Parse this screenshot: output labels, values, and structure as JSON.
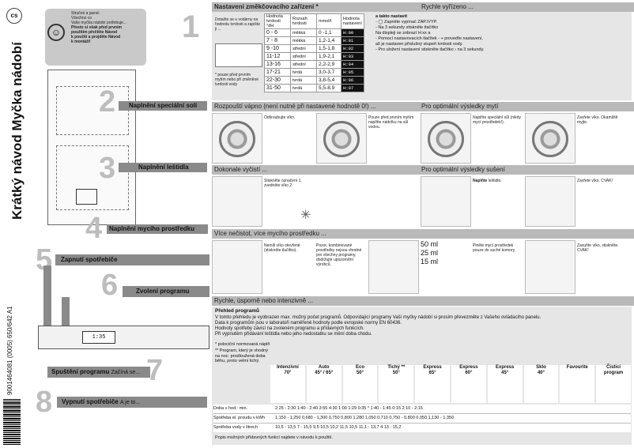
{
  "lang_badge": "cs",
  "title": "Krátký návod Myčka nádobí",
  "barcode_text": "9001464081 (0005) 650/642 A1",
  "intro": {
    "lines": [
      "Stručné a jasné:",
      "Všechno co",
      "Vaše myčka nádobí potřebuje...",
      "Přesto si však před prvním",
      "použitím přečtěte Návod",
      "k použití a projděte Návod",
      "k montáži!"
    ]
  },
  "steps": [
    {
      "num": "1",
      "label": ""
    },
    {
      "num": "2",
      "label": "Naplnění speciální soli"
    },
    {
      "num": "3",
      "label": "Naplnění leštidla"
    },
    {
      "num": "4",
      "label": "Naplnění mycího prostředku"
    },
    {
      "num": "5",
      "label": "Zapnutí spotřebiče"
    },
    {
      "num": "6",
      "label": "Zvolení programu"
    },
    {
      "num": "7",
      "label": "Spuštění programu",
      "sub": "Začíná se..."
    },
    {
      "num": "8",
      "label": "Vypnutí spotřebiče",
      "sub": "A je to..."
    }
  ],
  "display_readout": "1:35",
  "softener": {
    "header": "Nastavení změkčovacího zařízení *",
    "header_right": "Rychle vyřízeno ...",
    "intro": "Dotažte se u vodárny na hodnotu tvrdosti a zapište ji ...",
    "col_headers": [
      "Hodnota tvrdosti °dH",
      "Rozsah tvrdosti",
      "mmol/l",
      "Hodnota nastavení"
    ],
    "rows": [
      [
        "0 - 6",
        "měkká",
        "0 -1,1",
        "H:00"
      ],
      [
        "7 - 8",
        "měkká",
        "1,2-1,4",
        "H:01"
      ],
      [
        "9 -10",
        "střední",
        "1,5-1,8",
        "H:02"
      ],
      [
        "11-12",
        "střední",
        "1,9-2,1",
        "H:03"
      ],
      [
        "13-16",
        "střední",
        "2,2-2,9",
        "H:04"
      ],
      [
        "17-21",
        "tvrdá",
        "3,0-3,7",
        "H:05"
      ],
      [
        "22-30",
        "tvrdá",
        "3,8-5,4",
        "H:06"
      ],
      [
        "31-50",
        "tvrdá",
        "5,5-8,9",
        "H:07"
      ]
    ],
    "note": "* pouze před prvním mytím nebo při změněné tvrdosti vody",
    "how_title": "a takto nastavit",
    "how": [
      "- ◯ Zapněte vypínač ZAP./VYP.",
      "- Na 3 sekundy stiskněte tlačítko",
      "Na displeji se zobrazí H:xx a",
      "- Pomocí nastavovacích tlačítek - + proveďte nastavení,",
      "až je nastaven příslušný stupeň tvrdosti vody.",
      "- Pro uložení nastavení stiskněte tlačítko › na 3 sekundy."
    ]
  },
  "salt": {
    "header": "Rozpouští vápno (není nutné při nastavené hodnotě 0!) ...",
    "header_right": "Pro optimální výsledky mytí",
    "t1": "Odšroubujte víko.",
    "t2": "Pouze před prvním mytím naplňte nádržku na sůl vodou.",
    "t3": "Naplňte speciální sůl (nikdy mycí prostředek!).",
    "t4": "Zavřete víko. Okamžitě myjte."
  },
  "rinse": {
    "header": "Dokonale vyčistí ...",
    "header_right": "Pro optimální výsledky sušení",
    "t1": "Stiskněte označení 1, zvedněte víko 2.",
    "t2_bold": "Naplňte",
    "t2": "leštidlo.",
    "t3": "Zavřete víko. CVAK!"
  },
  "detergent": {
    "header": "Více nečistot, více mycího prostředku ...",
    "t1": "Nemíli víko otevřené (stiskněte tlačítko).",
    "t2": "Pozor, kombinované prostředky nejsou vhodné pro všechny programy, dodržujte upozornění výrobců.",
    "marks": [
      "50 ml",
      "25 ml",
      "15 ml"
    ],
    "t3": "Plněte mycí prostředek pouze do suché komory.",
    "t4": "Zasuňte víko, stiskněte. CVAK!"
  },
  "overview": {
    "header": "Rychle, úsporně nebo intenzivně ...",
    "title": "Přehled programů",
    "body": [
      "V tomto přehledu je vyobrazen max. možný počet programů. Odpovídající programy Vaší myčky nádobí si prosím převezměte z Vašeho ovládacího panelu.",
      "Data k programům jsou v laboratoři naměřené hodnoty podle evropské normy EN 60436.",
      "Hodnoty spotřeby závisí na zvoleném programu a přídavných funkcích.",
      "Při vypnutém přidávání leštidla nebo jeho nedostatku se mění doba chodu."
    ],
    "note1": "*  polociční normovaná náplň",
    "note2": "** Program, který je vhodný na noc: prodloužená doba běhu, proto velmi tichý.",
    "programs": [
      {
        "name": "Intenzivní",
        "temp": "70°"
      },
      {
        "name": "Auto",
        "temp": "45° / 65°"
      },
      {
        "name": "Eco",
        "temp": "50°"
      },
      {
        "name": "Tichý **",
        "temp": "50°"
      },
      {
        "name": "Express",
        "temp": "65°"
      },
      {
        "name": "Express",
        "temp": "60°"
      },
      {
        "name": "Express",
        "temp": "45°"
      },
      {
        "name": "Sklo",
        "temp": "40°"
      },
      {
        "name": "Favourite",
        "temp": ""
      },
      {
        "name": "Čisticí",
        "temp": "program"
      }
    ],
    "row_labels": [
      "Doba v hod.: min.",
      "Spotřeba el. proudu v kWh",
      "Spotřeba vody v litrech"
    ],
    "row_values": [
      "2:25 - 2:30 1:40 - 2:40 3:55 4:30 1:00 1:29 0:35 * 1:40 - 1:45 0:15 2:10 - 2:15",
      "1,150 - 1,250 0,680 - 1,300 0,750 0,800 1,280 1,050 0,710 0,750 - 0,800 0,050     1,130 - 1,350",
      "10,5 - 13,5     7 - 15,5     9,5     10,5     10,2     11,5     10,5     11,1 - 13,7     4     13 - 15,2"
    ],
    "footer": "Popis možných přídavných funkcí najdete v návodu k použití."
  }
}
